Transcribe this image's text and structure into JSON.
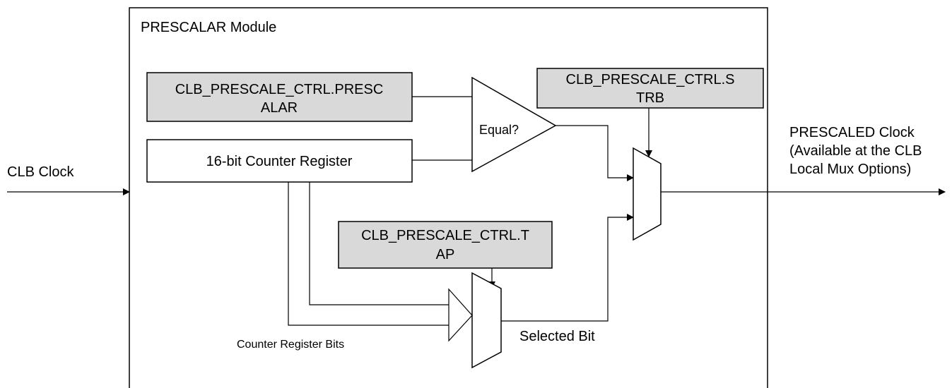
{
  "module": {
    "title": "PRESCALAR Module"
  },
  "input": {
    "label": "CLB Clock"
  },
  "output": {
    "line1": "PRESCALED Clock",
    "line2": "(Available at the CLB",
    "line3": "Local Mux Options)"
  },
  "registers": {
    "prescalar": {
      "line1": "CLB_PRESCALE_CTRL.PRESC",
      "line2": "ALAR"
    },
    "counter": {
      "label": "16-bit Counter Register"
    },
    "strb": {
      "line1": "CLB_PRESCALE_CTRL.S",
      "line2": "TRB"
    },
    "tap": {
      "line1": "CLB_PRESCALE_CTRL.T",
      "line2": "AP"
    }
  },
  "comparator": {
    "label": "Equal?"
  },
  "labels": {
    "counter_bits": "Counter Register Bits",
    "selected_bit": "Selected Bit"
  },
  "colors": {
    "register_fill": "#d9d9d9",
    "line": "#000000",
    "background": "#ffffff"
  }
}
